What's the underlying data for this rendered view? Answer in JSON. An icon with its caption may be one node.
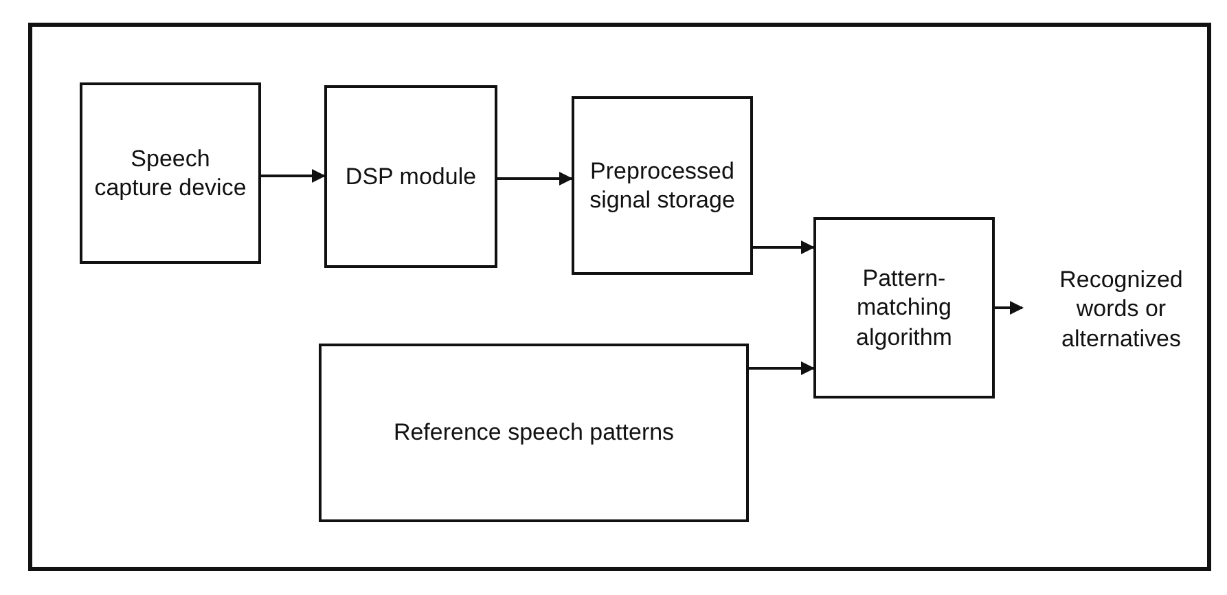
{
  "diagram": {
    "nodes": [
      {
        "text": [
          "Speech capture device"
        ]
      },
      {
        "text": [
          "DSP module"
        ]
      },
      {
        "text": [
          "Preprocessed signal storage"
        ]
      },
      {
        "text": [
          "Pattern-matching algorithm"
        ]
      },
      {
        "text": [
          "Reference speech patterns"
        ]
      },
      {
        "text": [
          "Recognized words or alternatives"
        ]
      }
    ],
    "edges": [
      {
        "from": 0,
        "to": 1,
        "arrow": "to"
      },
      {
        "from": 1,
        "to": 2,
        "arrow": "to"
      },
      {
        "from": 2,
        "to": 3,
        "arrow": "to"
      },
      {
        "from": 4,
        "to": 3,
        "arrow": "to"
      },
      {
        "from": 3,
        "to": 5,
        "arrow": "to"
      }
    ]
  }
}
